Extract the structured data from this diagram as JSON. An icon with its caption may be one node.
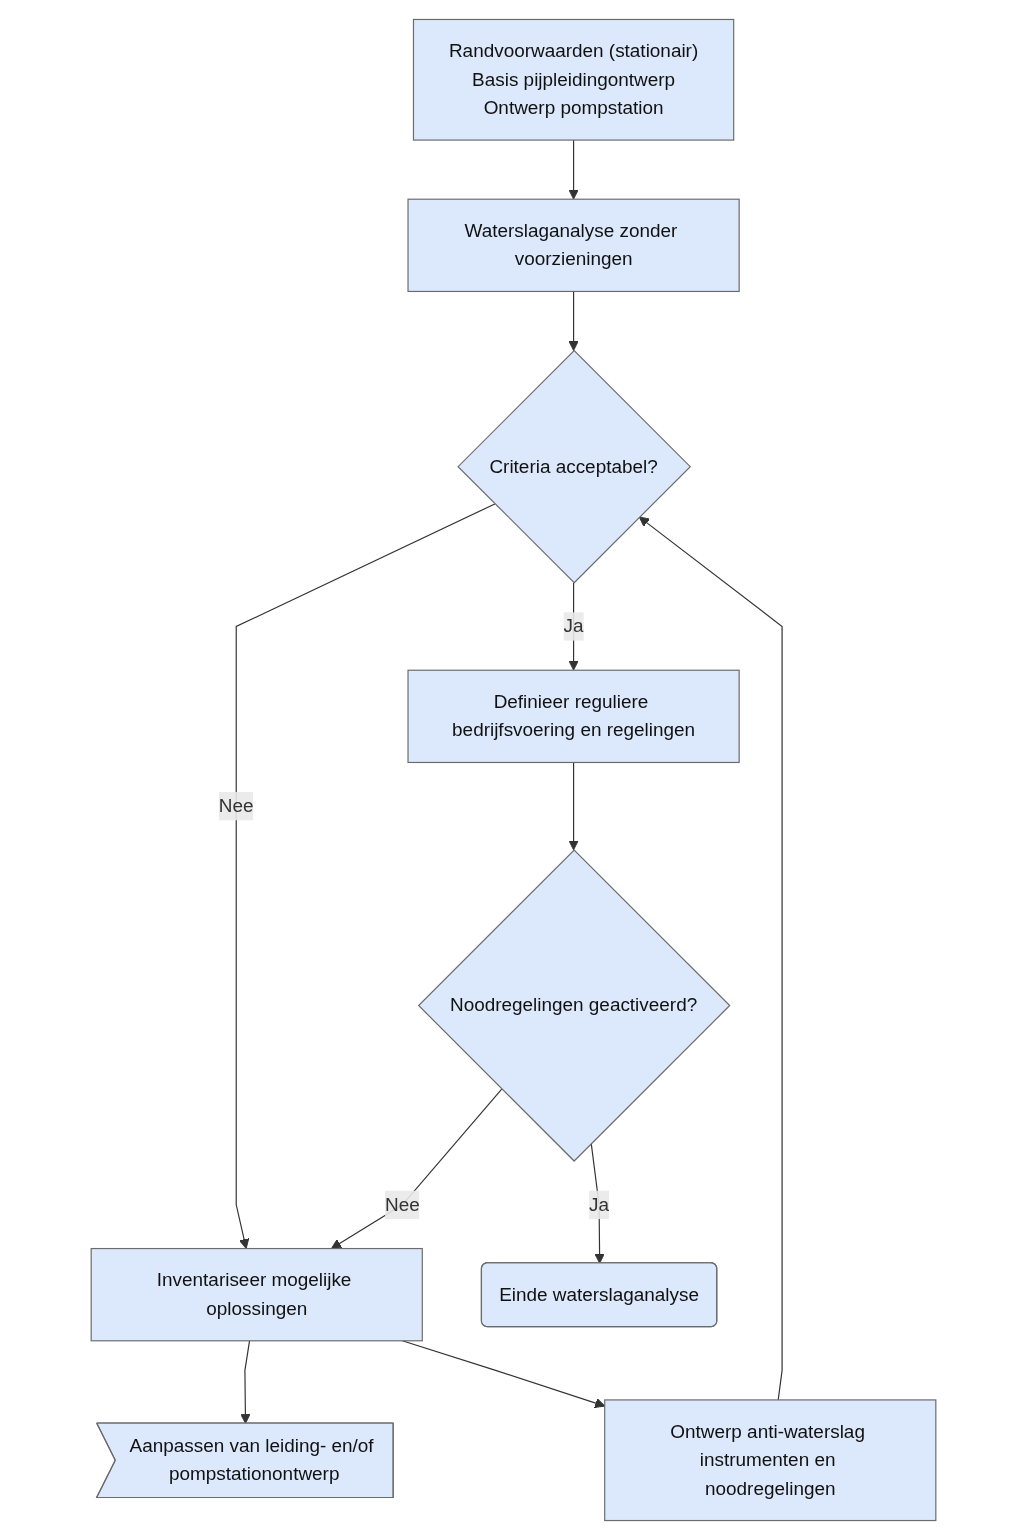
{
  "diagram": {
    "nodes": [
      {
        "text": [
          "Randvoorwaarden (stationair)",
          "Basis pijpleidingontwerp",
          "Ontwerp pompstation"
        ]
      },
      {
        "text": [
          "Waterslaganalyse zonder voorzieningen"
        ]
      },
      {
        "text": [
          "Criteria acceptabel?"
        ]
      },
      {
        "text": [
          "Inventariseer mogelijke oplossingen"
        ]
      },
      {
        "text": [
          "Aanpassen van leiding- en/of pompstationontwerp"
        ]
      },
      {
        "text": [
          "Ontwerp anti-waterslag instrumenten en noodregelingen"
        ]
      },
      {
        "text": [
          "Definieer reguliere bedrijfsvoering en regelingen"
        ]
      },
      {
        "text": [
          "Noodregelingen geactiveerd?"
        ]
      },
      {
        "text": [
          "Einde waterslaganalyse"
        ]
      }
    ],
    "edges": [
      {
        "from": 0,
        "to": 1,
        "arrow": "to"
      },
      {
        "from": 1,
        "to": 2,
        "arrow": "to"
      },
      {
        "from": 2,
        "to": 3,
        "arrow": "to",
        "label": "Nee"
      },
      {
        "from": 2,
        "to": 6,
        "arrow": "to",
        "label": "Ja"
      },
      {
        "from": 3,
        "to": 4,
        "arrow": "to"
      },
      {
        "from": 3,
        "to": 5,
        "arrow": "to"
      },
      {
        "from": 5,
        "to": 2,
        "arrow": "to"
      },
      {
        "from": 6,
        "to": 7,
        "arrow": "to"
      },
      {
        "from": 7,
        "to": 3,
        "arrow": "to",
        "label": "Nee"
      },
      {
        "from": 7,
        "to": 8,
        "arrow": "to",
        "label": "Ja"
      }
    ]
  }
}
